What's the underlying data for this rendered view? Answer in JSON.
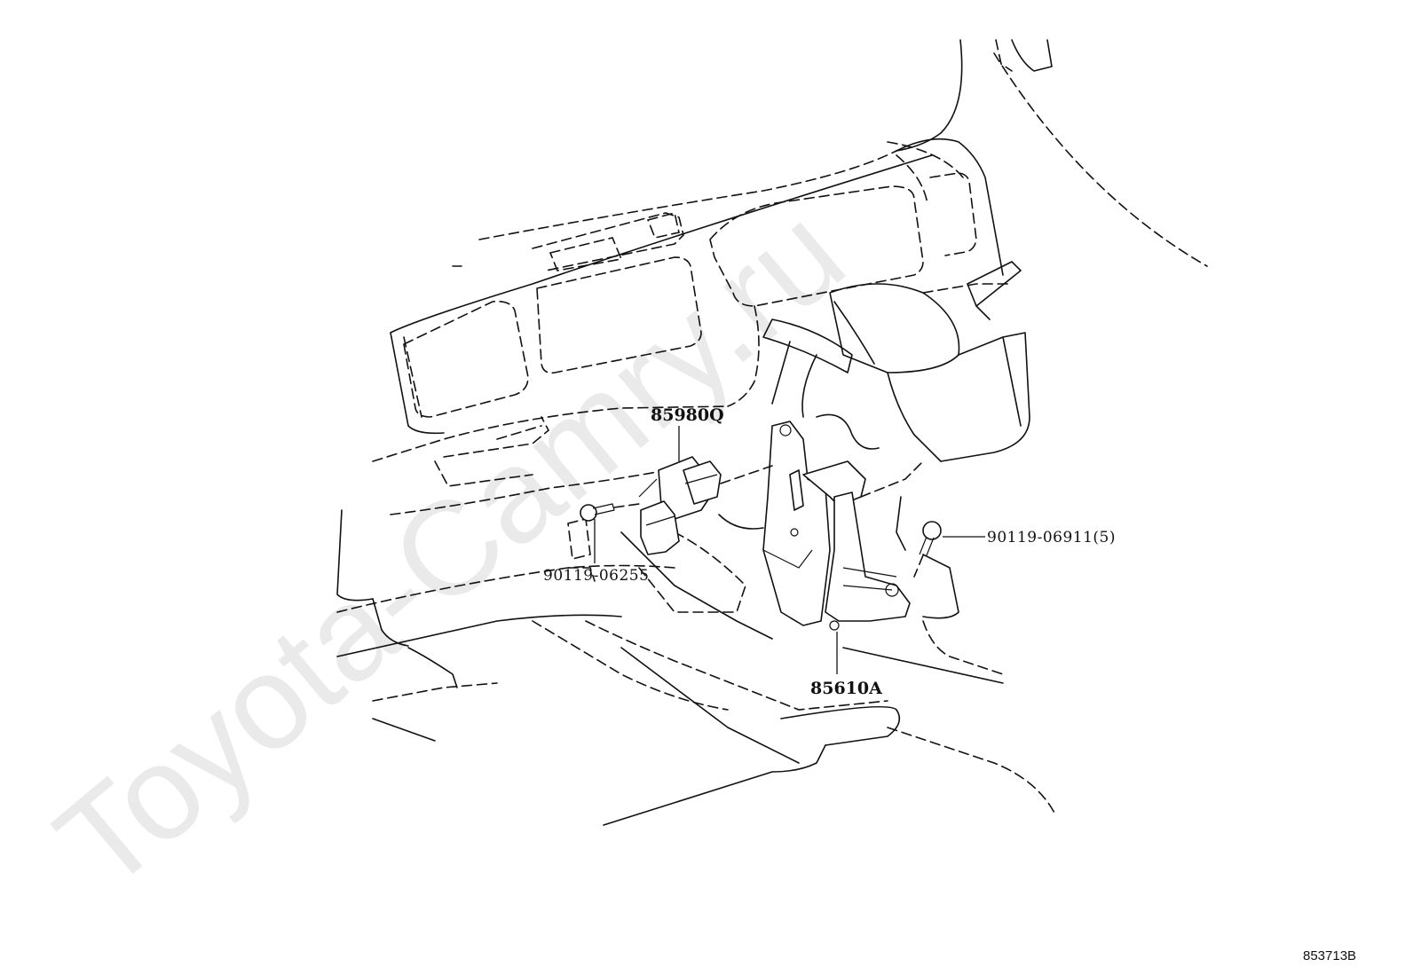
{
  "watermark": "Toyota-Camry.ru",
  "parts": {
    "p1": "85980Q",
    "p2": "90119-06911(5)",
    "p3": "90119-06255",
    "p4": "85610A"
  },
  "diagram_code": "853713B"
}
